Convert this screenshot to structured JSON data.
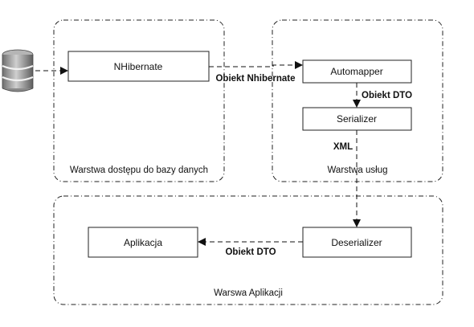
{
  "diagram": {
    "database": {
      "icon": "database-icon"
    },
    "groups": {
      "data_access": {
        "label": "Warstwa dostępu do bazy danych"
      },
      "services": {
        "label": "Warstwa usług"
      },
      "application": {
        "label": "Warswa Aplikacji"
      }
    },
    "nodes": {
      "nhibernate": "NHibernate",
      "automapper": "Automapper",
      "serializer": "Serializer",
      "deserializer": "Deserializer",
      "aplikacja": "Aplikacja"
    },
    "edges": {
      "nhibernate_to_automapper": "Obiekt Nhibernate",
      "automapper_to_serializer": "Obiekt DTO",
      "serializer_to_deserializer": "XML",
      "deserializer_to_aplikacja": "Obiekt DTO"
    }
  }
}
